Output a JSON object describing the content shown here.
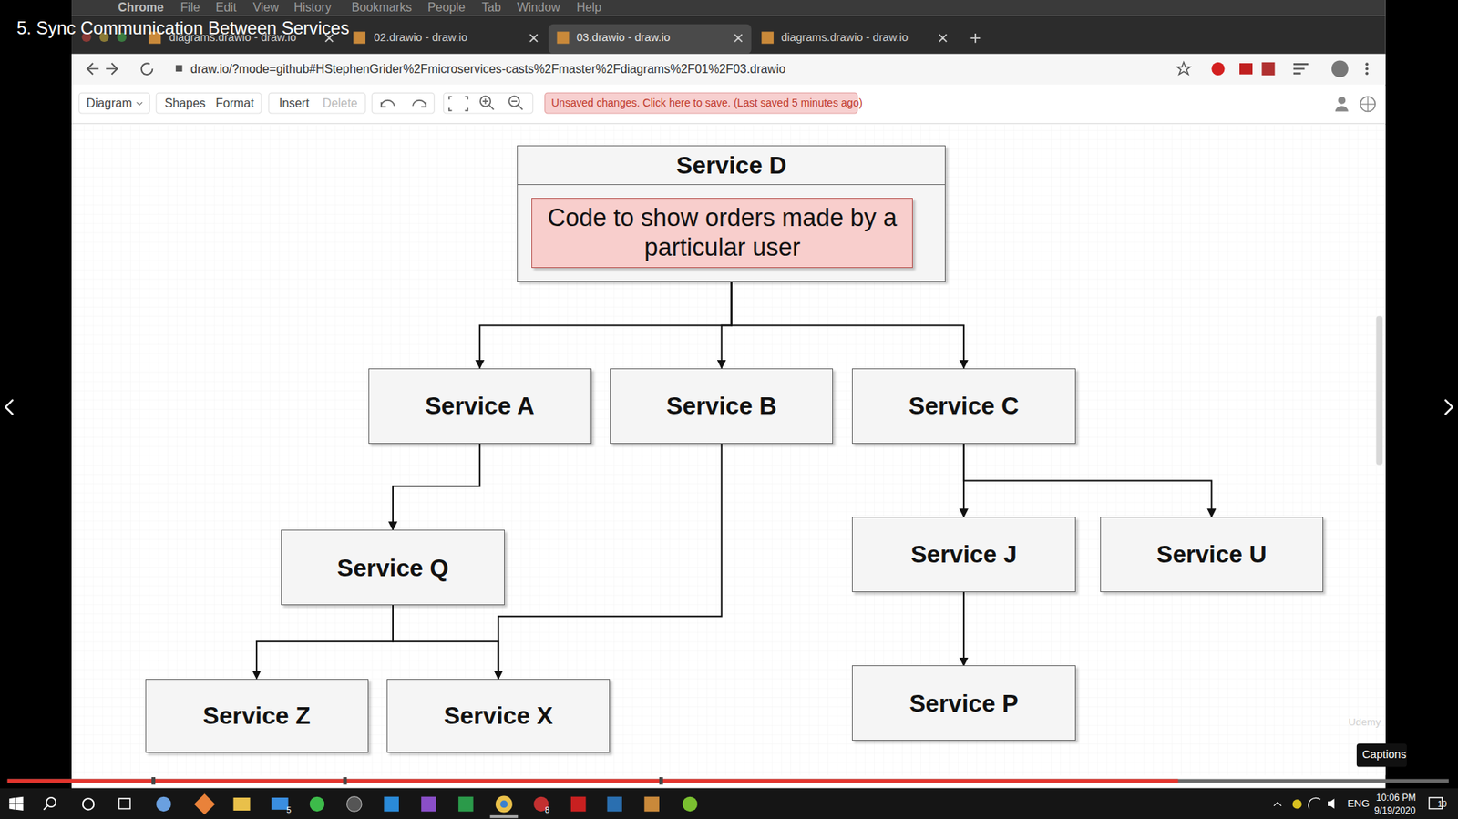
{
  "diagram": {
    "nodes": [
      {
        "text": [
          "Service D"
        ]
      },
      {
        "text": [
          "Code to show orders made by a particular user"
        ],
        "in": 0
      },
      {
        "text": [
          "Service A"
        ]
      },
      {
        "text": [
          "Service B"
        ]
      },
      {
        "text": [
          "Service C"
        ]
      },
      {
        "text": [
          "Service Q"
        ]
      },
      {
        "text": [
          "Service J"
        ]
      },
      {
        "text": [
          "Service U"
        ]
      },
      {
        "text": [
          "Service Z"
        ]
      },
      {
        "text": [
          "Service X"
        ]
      },
      {
        "text": [
          "Service P"
        ]
      }
    ],
    "edges": [
      {
        "from": 0,
        "to": 2,
        "arrow": "to"
      },
      {
        "from": 0,
        "to": 3,
        "arrow": "to"
      },
      {
        "from": 0,
        "to": 4,
        "arrow": "to"
      },
      {
        "from": 2,
        "to": 5,
        "arrow": "to"
      },
      {
        "from": 3,
        "to": 9,
        "arrow": "to"
      },
      {
        "from": 4,
        "to": 6,
        "arrow": "to"
      },
      {
        "from": 4,
        "to": 7,
        "arrow": "to"
      },
      {
        "from": 5,
        "to": 8,
        "arrow": "to"
      },
      {
        "from": 5,
        "to": 9,
        "arrow": "to"
      },
      {
        "from": 6,
        "to": 10,
        "arrow": "to"
      }
    ],
    "labels": [
      "5. Sync Communication Between Services",
      "Chrome",
      "File",
      "Edit",
      "View",
      "History",
      "Bookmarks",
      "People",
      "Tab",
      "Window",
      "Help",
      "diagrams.drawio - draw.io",
      "02.drawio - draw.io",
      "03.drawio - draw.io",
      "diagrams.drawio - draw.io",
      "draw.io/?mode=github#HStephenGrider%2Fmicroservices-casts%2Fmaster%2Fdiagrams%2F01%2F03.drawio",
      "Diagram",
      "Shapes",
      "Format",
      "Insert",
      "Delete",
      "Unsaved changes. Click here to save. (Last saved 5 minutes ago)",
      "Udemy",
      "Captions",
      "5",
      "8",
      "ENG",
      "10:06 PM",
      "9/19/2020",
      "19"
    ]
  }
}
